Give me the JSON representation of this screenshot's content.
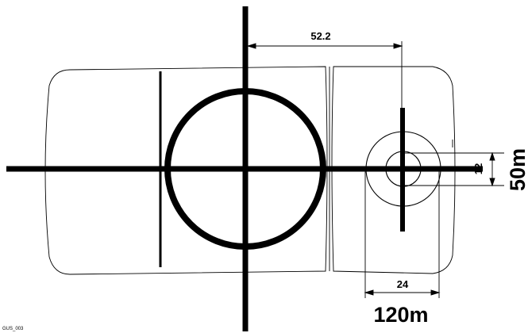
{
  "figure_id": "GUS_003",
  "dimensions": {
    "offset_label": "52.2",
    "height_small": "12",
    "height_range": "50m",
    "width_small": "24",
    "width_range": "120m"
  },
  "colors": {
    "line": "#000000",
    "background": "#ffffff"
  }
}
